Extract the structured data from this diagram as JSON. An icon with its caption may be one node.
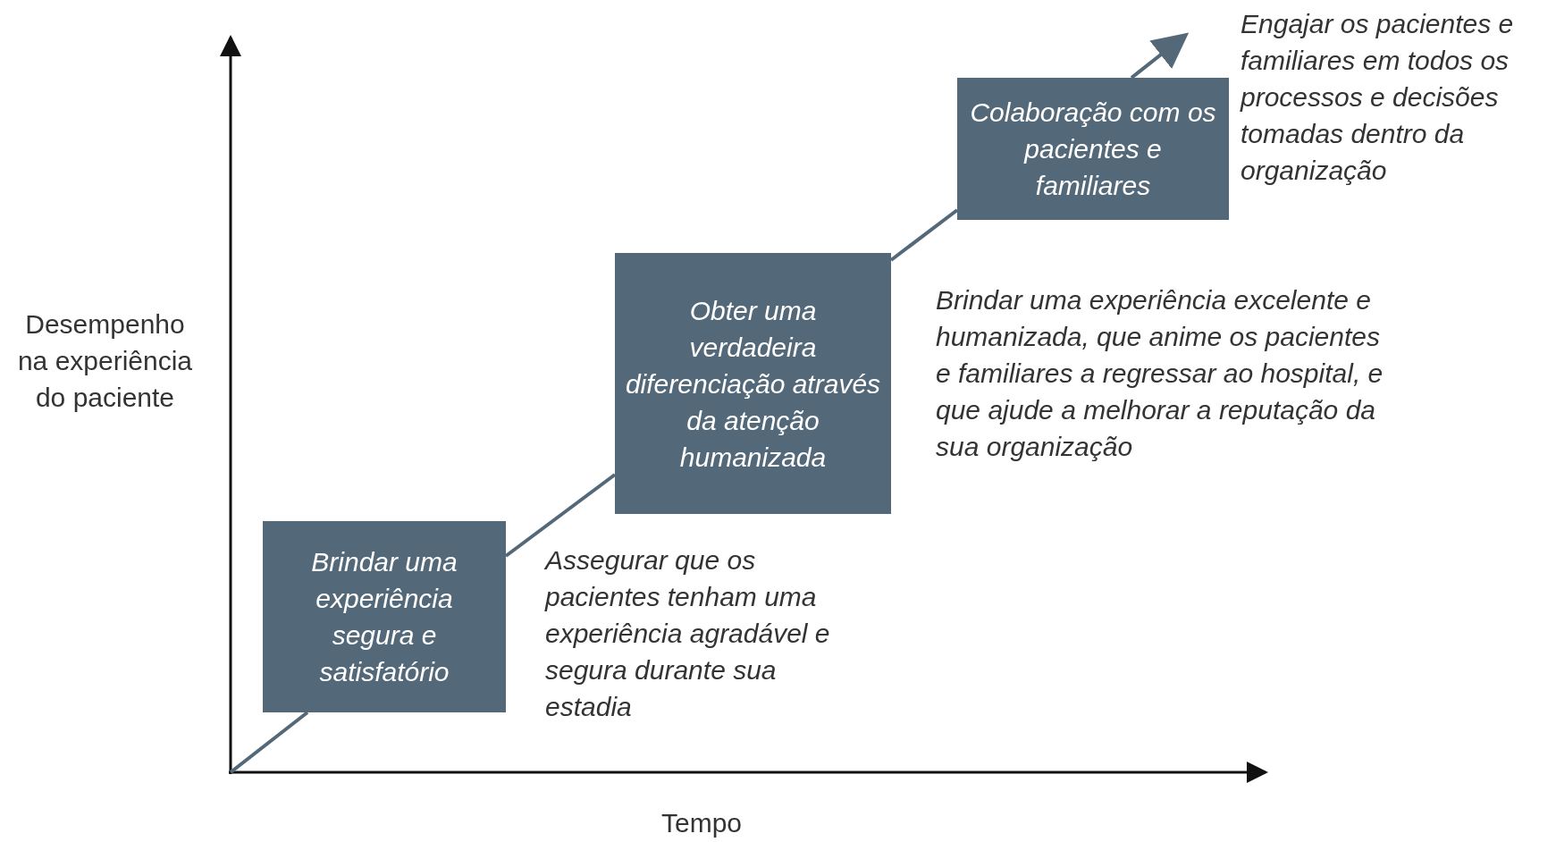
{
  "diagram": {
    "nodes": [
      {
        "text": [
          "Brindar uma experiência segura e satisfatório"
        ],
        "beside": [
          "Assegurar que os pacientes tenham uma experiência agradável e segura durante sua estadia"
        ]
      },
      {
        "text": [
          "Obter uma verdadeira diferenciação através da atenção humanizada"
        ],
        "beside": [
          "Brindar uma experiência excelente e humanizada, que anime os pacientes e familiares a regressar ao hospital, e que ajude a melhorar a reputação da sua organização"
        ]
      },
      {
        "text": [
          "Colaboração com os pacientes e familiares"
        ],
        "beside": [
          "Engajar os pacientes e familiares em todos os processos e decisões tomadas dentro da organização"
        ]
      }
    ],
    "edges": [
      {
        "from": null,
        "to": 0,
        "arrow": "none"
      },
      {
        "from": 0,
        "to": 1,
        "arrow": "none"
      },
      {
        "from": 1,
        "to": 2,
        "arrow": "none"
      },
      {
        "from": 2,
        "to": null,
        "arrow": "to"
      }
    ],
    "labels": [
      "Desempenho na experiência do paciente",
      "Tempo"
    ]
  }
}
